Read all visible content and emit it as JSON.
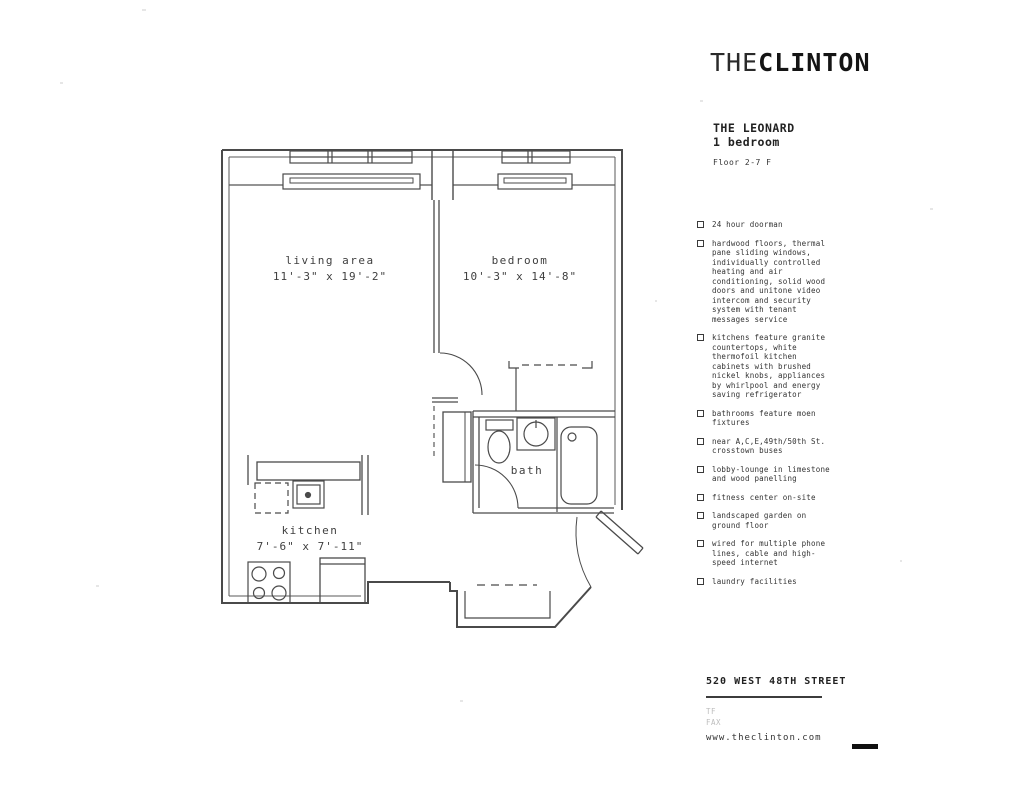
{
  "brand": {
    "prefix": "THE",
    "name": "CLINTON"
  },
  "unit": {
    "name": "THE LEONARD",
    "type": "1 bedroom",
    "floor": "Floor 2-7 F"
  },
  "features": [
    "24 hour doorman",
    "hardwood floors, thermal pane sliding windows, individually controlled heating and air conditioning, solid wood doors and unitone video intercom and security system with tenant messages service",
    "kitchens feature granite countertops, white thermofoil kitchen cabinets with brushed nickel knobs, appliances by whirlpool and energy saving refrigerator",
    "bathrooms feature moen fixtures",
    "near A,C,E,49th/50th St. crosstown buses",
    "lobby-lounge in limestone and wood panelling",
    "fitness center on-site",
    "landscaped garden on ground floor",
    "wired for multiple phone lines, cable and high-speed internet",
    "laundry facilities"
  ],
  "plan": {
    "ink": "#4a4a4a",
    "rooms": {
      "living": {
        "label": "living area",
        "dims": "11'-3\" x 19'-2\""
      },
      "bedroom": {
        "label": "bedroom",
        "dims": "10'-3\" x 14'-8\""
      },
      "kitchen": {
        "label": "kitchen",
        "dims": "7'-6\" x 7'-11\""
      },
      "bath": {
        "label": "bath"
      }
    }
  },
  "footer": {
    "address": "520 WEST 48TH STREET",
    "tel_label": "TF",
    "fax_label": "FAX",
    "website": "www.theclinton.com"
  }
}
